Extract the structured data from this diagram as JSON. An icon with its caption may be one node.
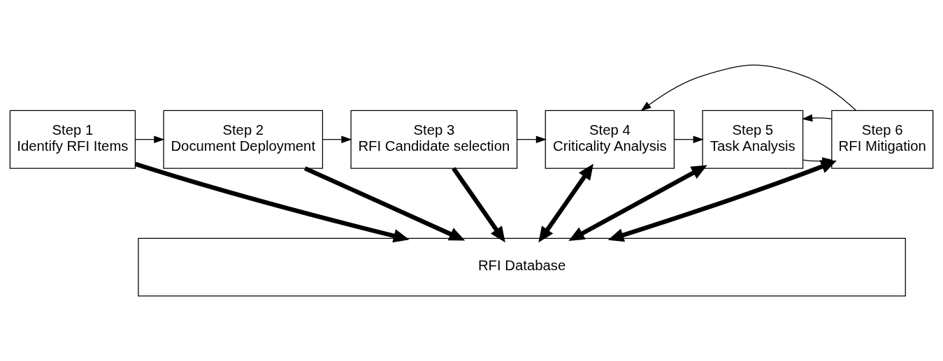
{
  "diagram": {
    "nodes": [
      {
        "text": [
          "Step 1",
          "Identify RFI Items"
        ]
      },
      {
        "text": [
          "Step 2",
          "Document Deployment"
        ]
      },
      {
        "text": [
          "Step 3",
          "RFI Candidate selection"
        ]
      },
      {
        "text": [
          "Step 4",
          "Criticality Analysis"
        ]
      },
      {
        "text": [
          "Step 5",
          "Task Analysis"
        ]
      },
      {
        "text": [
          "Step 6",
          "RFI Mitigation"
        ]
      },
      {
        "text": [
          "RFI Database"
        ]
      }
    ],
    "edges": [
      {
        "from": 0,
        "to": 1,
        "arrow": "to"
      },
      {
        "from": 1,
        "to": 2,
        "arrow": "to"
      },
      {
        "from": 2,
        "to": 3,
        "arrow": "to"
      },
      {
        "from": 3,
        "to": 4,
        "arrow": "to"
      },
      {
        "from": 4,
        "to": 5,
        "arrow": "to"
      },
      {
        "from": 5,
        "to": 3,
        "arrow": "to"
      },
      {
        "from": 5,
        "to": 4,
        "arrow": "to"
      },
      {
        "from": 0,
        "to": 6,
        "arrow": "to",
        "style": "thick"
      },
      {
        "from": 1,
        "to": 6,
        "arrow": "to",
        "style": "thick"
      },
      {
        "from": 2,
        "to": 6,
        "arrow": "to",
        "style": "thick"
      },
      {
        "from": 3,
        "to": 6,
        "arrow": "both",
        "style": "thick"
      },
      {
        "from": 4,
        "to": 6,
        "arrow": "both",
        "style": "thick"
      },
      {
        "from": 5,
        "to": 6,
        "arrow": "both",
        "style": "thick"
      }
    ]
  }
}
